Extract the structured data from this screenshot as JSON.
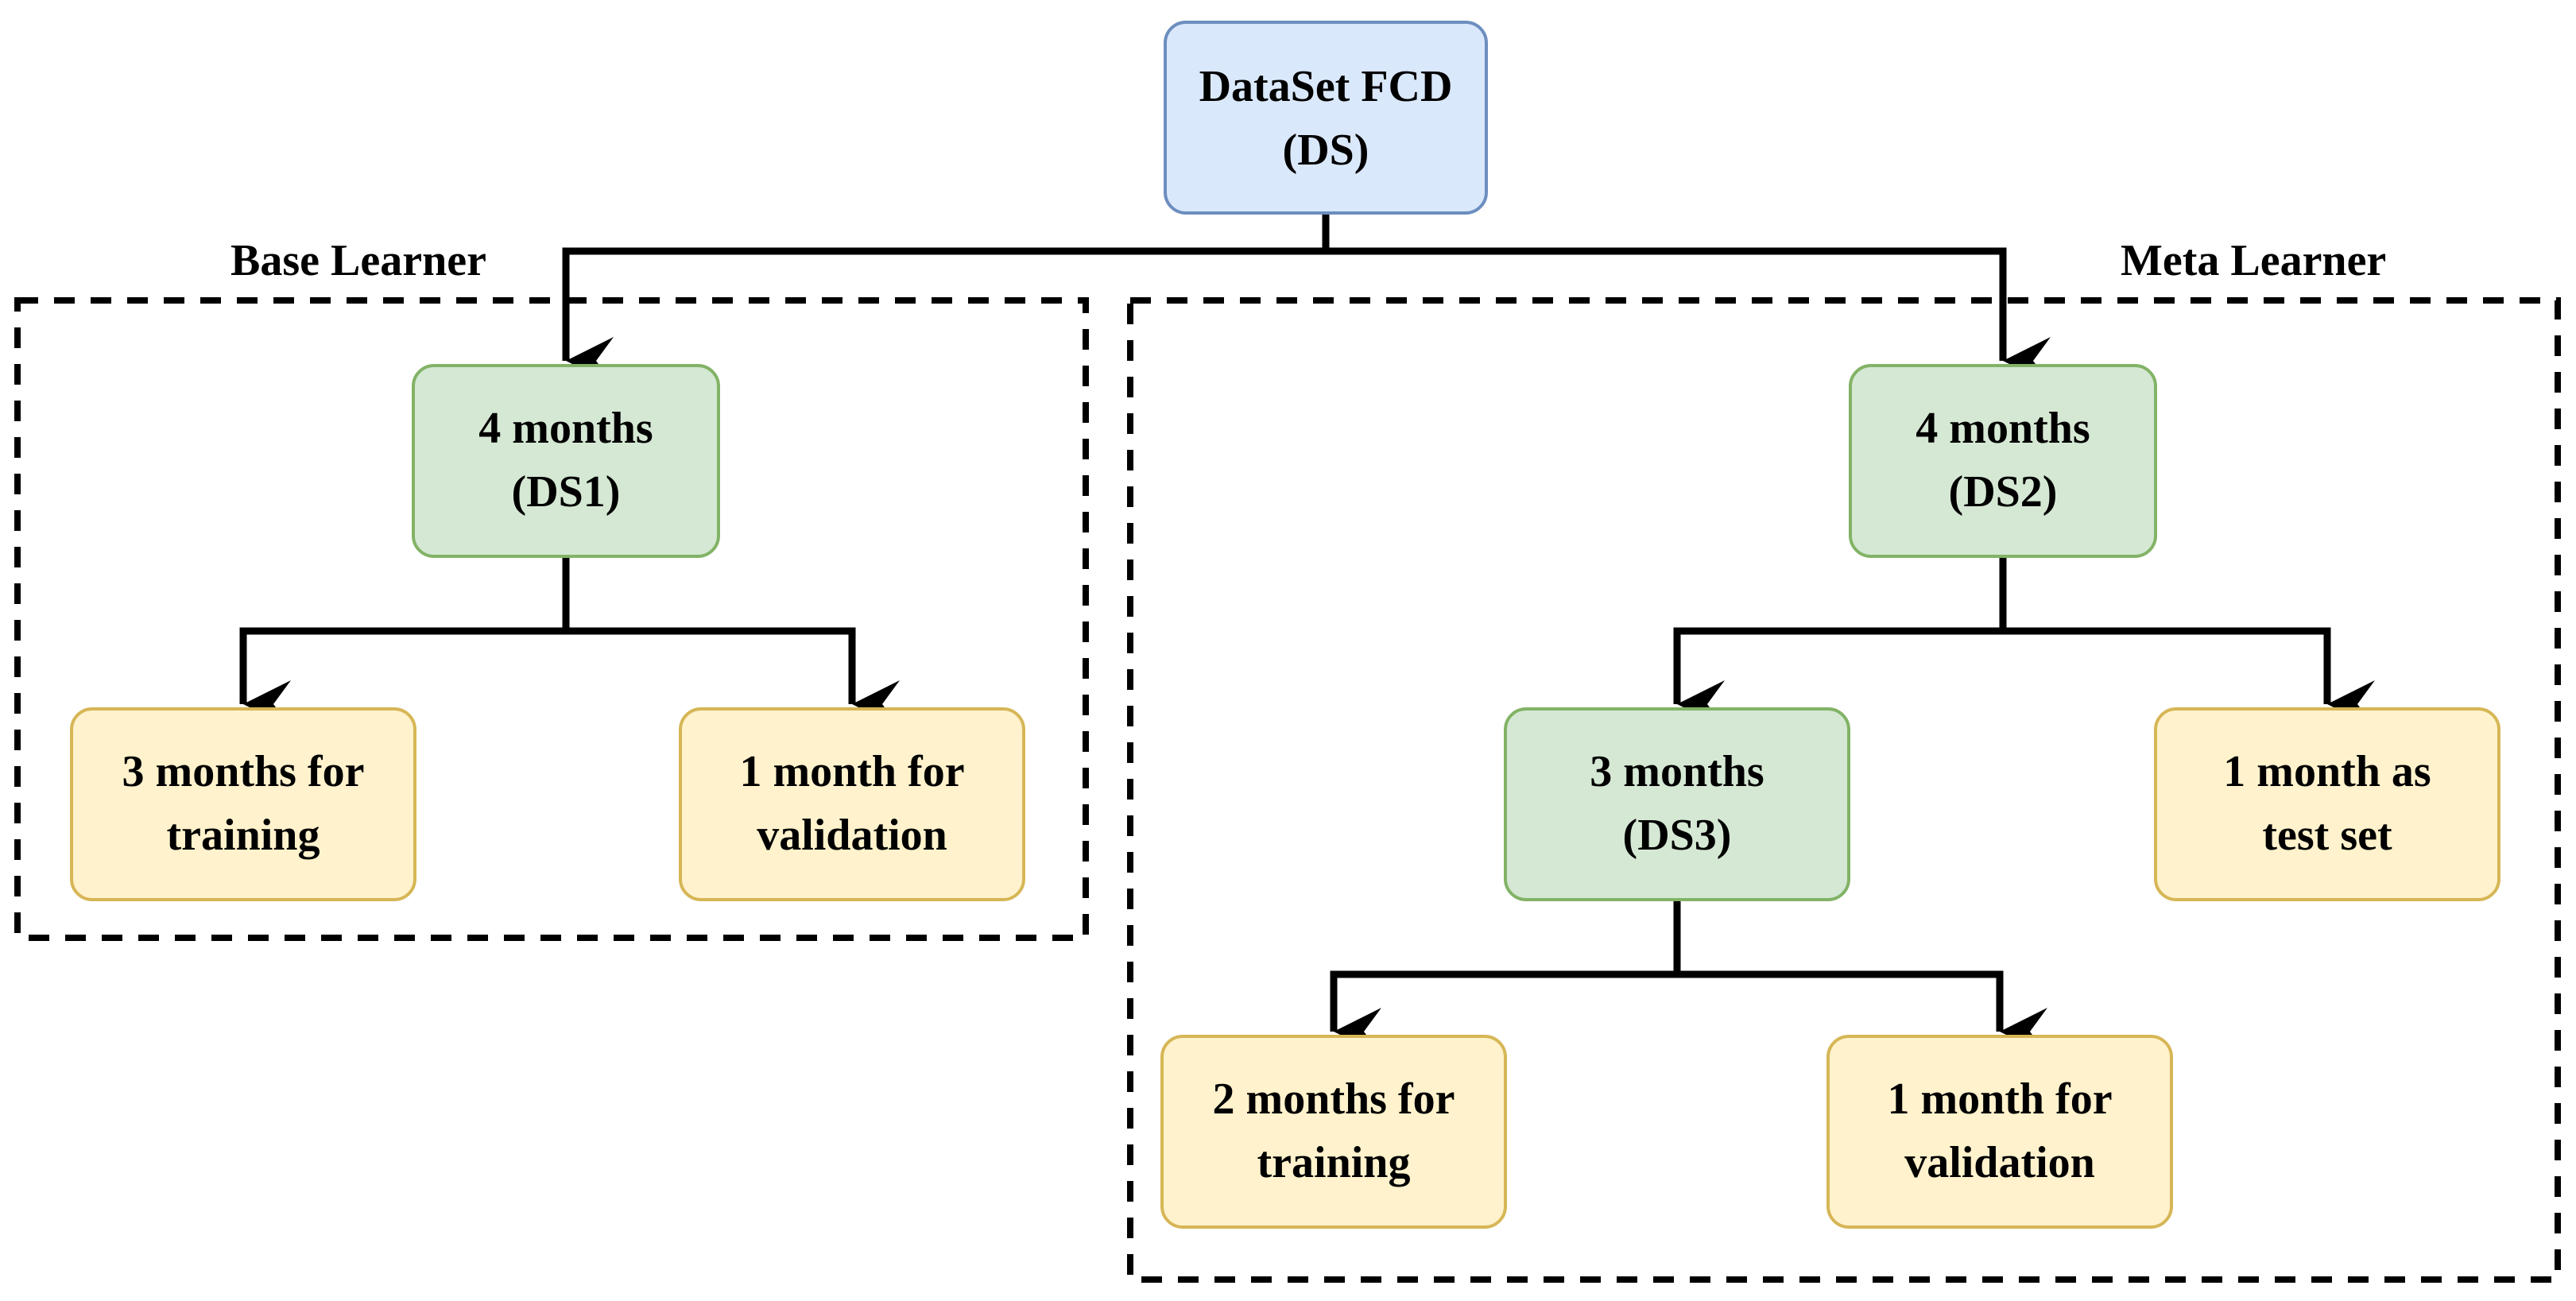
{
  "colors": {
    "root_fill": "#dae8fc",
    "root_stroke": "#6c8ebf",
    "dataset_fill": "#d5e8d4",
    "dataset_stroke": "#82b366",
    "split_fill": "#fff2cc",
    "split_stroke": "#d6b656",
    "line": "#000000"
  },
  "groups": {
    "base": {
      "label": "Base Learner"
    },
    "meta": {
      "label": "Meta Learner"
    }
  },
  "nodes": {
    "root": {
      "line1": "DataSet FCD",
      "line2": "(DS)"
    },
    "ds1": {
      "line1": "4 months",
      "line2": "(DS1)"
    },
    "ds1_train": {
      "line1": "3 months for",
      "line2": "training"
    },
    "ds1_val": {
      "line1": "1 month for",
      "line2": "validation"
    },
    "ds2": {
      "line1": "4 months",
      "line2": "(DS2)"
    },
    "ds3": {
      "line1": "3 months",
      "line2": "(DS3)"
    },
    "ds2_test": {
      "line1": "1 month as",
      "line2": "test set"
    },
    "ds3_train": {
      "line1": "2 months for",
      "line2": "training"
    },
    "ds3_val": {
      "line1": "1 month for",
      "line2": "validation"
    }
  }
}
